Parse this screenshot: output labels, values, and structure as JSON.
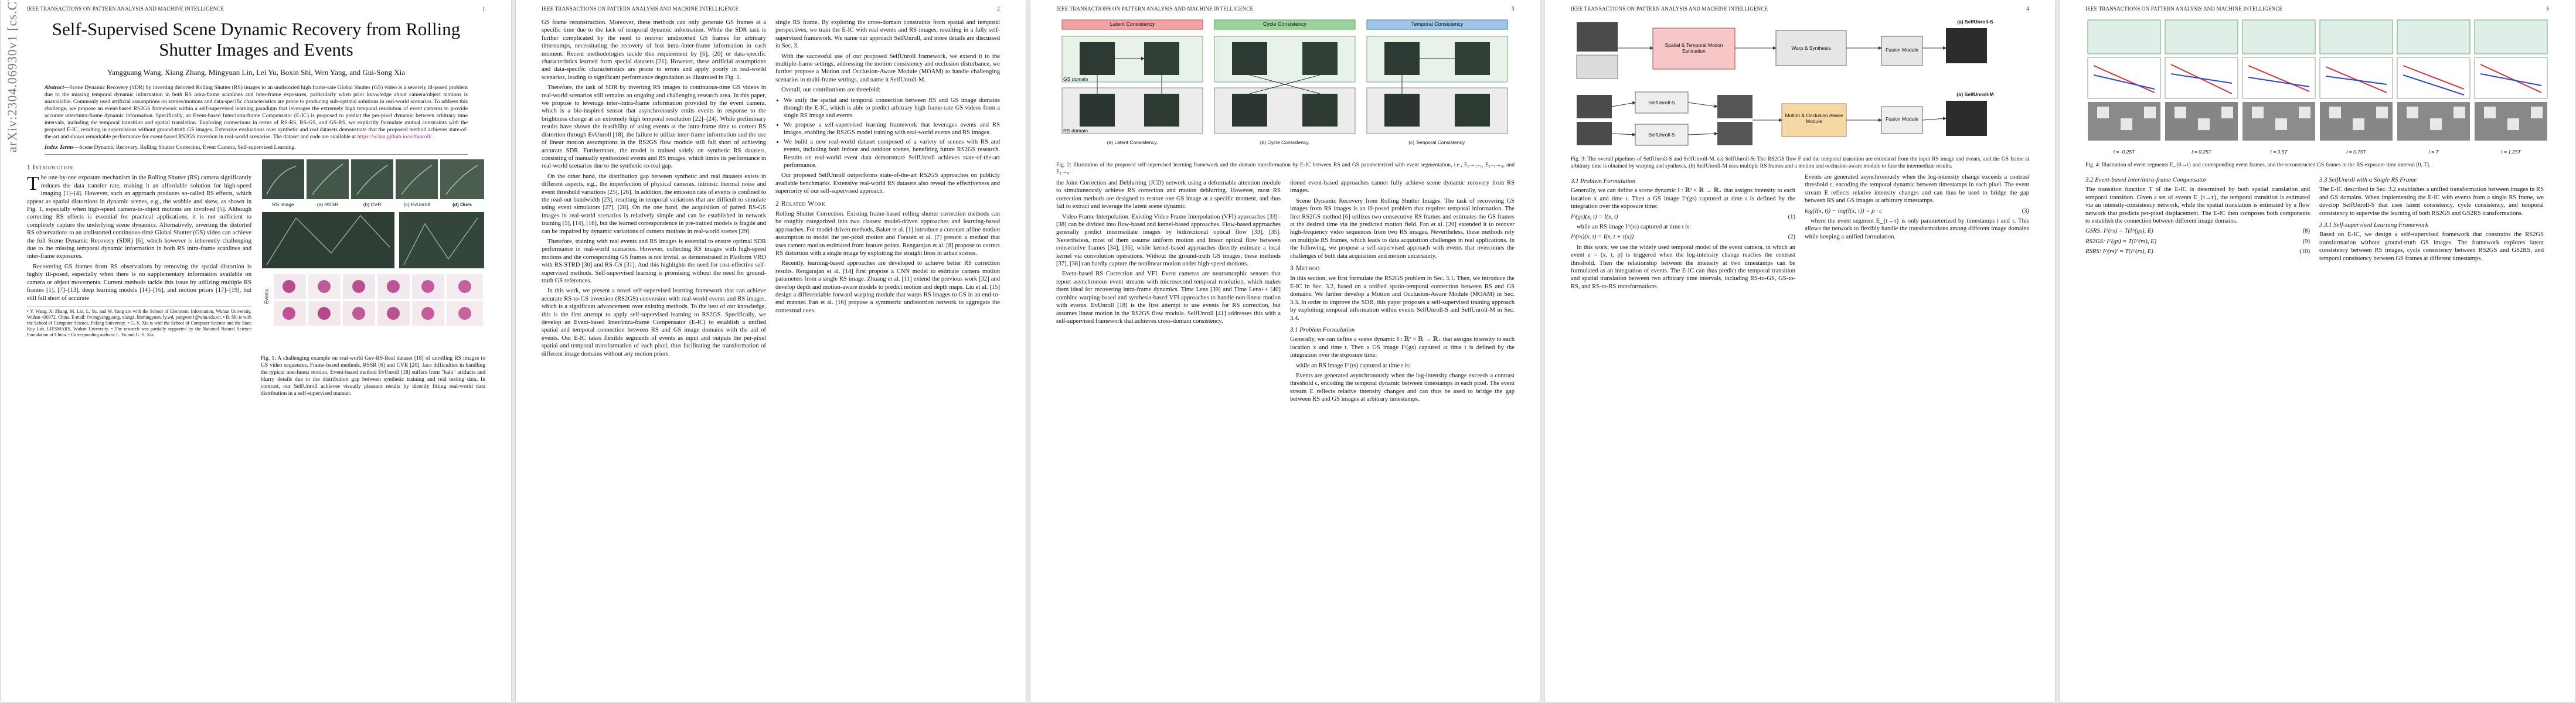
{
  "header": {
    "journal": "IEEE TRANSACTIONS ON PATTERN ANALYSIS AND MACHINE INTELLIGENCE",
    "pages": [
      "1",
      "2",
      "3",
      "4",
      "5"
    ]
  },
  "arxiv_stamp": "arXiv:2304.06930v1 [cs.CV] 19 Apr 2023",
  "title": "Self-Supervised Scene Dynamic Recovery from Rolling Shutter Images and Events",
  "authors": "Yangguang Wang, Xiang Zhang, Mingyuan Lin, Lei Yu, Boxin Shi, Wen Yang, and Gui-Song Xia",
  "abstract_label": "Abstract",
  "abstract": "—Scene Dynamic Recovery (SDR) by inverting distorted Rolling Shutter (RS) images to an undistorted high frame-rate Global Shutter (GS) video is a severely ill-posed problem due to the missing temporal dynamic information in both RS intra-frame scanlines and inter-frame exposures, particularly when prior knowledge about camera/object motions is unavailable. Commonly used artificial assumptions on scenes/motions and data-specific characteristics are prone to producing sub-optimal solutions in real-world scenarios. To address this challenge, we propose an event-based RS2GS framework within a self-supervised learning paradigm that leverages the extremely high temporal resolution of event cameras to provide accurate inter/intra-frame dynamic information. Specifically, an Event-based Inter/intra-frame Compensator (E-IC) is proposed to predict the per-pixel dynamic between arbitrary time intervals, including the temporal transition and spatial translation. Exploring connections in terms of RS-RS, RS-GS, and GS-RS, we explicitly formulate mutual constraints with the proposed E-IC, resulting in supervisions without ground-truth GS images. Extensive evaluations over synthetic and real datasets demonstrate that the proposed method achieves state-of-the-art and shows remarkable performance for event-based RS2GS inversion in real-world scenarios. The dataset and code are available at",
  "abstract_link": "https://w3un.github.io/selfunroll/.",
  "index_terms_label": "Index Terms",
  "index_terms": "—Scene Dynamic Recovery, Rolling Shutter Correction, Event Camera, Self-supervised Learning.",
  "sections": {
    "intro": "1   Introduction",
    "related": "2   Related Work",
    "method": "3   Method",
    "problem": "3.1   Problem Formulation",
    "eic": "3.2   Event-based Inter/intra-frame Compensator",
    "selfunroll": "3.3   SelfUnroll with a Single RS Frame",
    "selfsup": "3.3.1   Self-supervised Learning Framework"
  },
  "body": {
    "p1_intro": "he one-by-one exposure mechanism in the Rolling Shutter (RS) camera significantly reduces the data transfer rate, making it an affordable solution for high-speed imaging [1]–[4]. However, such an approach produces so-called RS effects, which appear as spatial distortions in dynamic scenes, e.g., the wobble and skew, as shown in Fig. 1, especially when high-speed camera-to-object motions are involved [5]. Although correcting RS effects is essential for practical applications, it is not sufficient to completely capture the underlying scene dynamics. Alternatively, inverting the distorted RS observations to an undistorted continuous-time Global Shutter (GS) video can achieve the full Scene Dynamic Recovery (SDR) [6], which however is inherently challenging due to the missing temporal dynamic information in both RS intra-frame scanlines and inter-frame exposures.",
    "p2_intro": "Recovering GS frames from RS observations by removing the spatial distortion is highly ill-posed, especially when there is no supplementary information available on camera or object movements. Current methods tackle this issue by utilizing multiple RS frames [1], [7]–[13], deep learning models [14]–[16], and motion priors [17]–[19], but still fall short of accurate",
    "p_col2_a": "GS frame reconstruction. Moreover, these methods can only generate GS frames at a specific time due to the lack of temporal dynamic information. While the SDR task is further complicated by the need to recover undistorted GS frames for arbitrary timestamps, necessitating the recovery of lost intra-/inter-frame information in each moment. Recent methodologies tackle this requirement by [6], [20] or data-specific characteristics learned from special datasets [21]. However, these artificial assumptions and data-specific characteristics are prone to errors and apply poorly in real-world scenarios, leading to significant performance degradation as illustrated in Fig. 1.",
    "p_col2_b": "Therefore, the task of SDR by inverting RS images to continuous-time GS videos in real-world scenarios still remains an ongoing and challenging research area. In this paper, we propose to leverage inter-/intra-frame information provided by the event camera, which is a bio-inspired sensor that asynchronously emits events in response to the brightness change at an extremely high temporal resolution [22]–[24]. While preliminary results have shown the feasibility of using events at the intra-frame time to correct RS distortion through EvUnroll [18], the failure to utilize inter-frame information and the use of linear motion assumptions in the RS2GS flow module still fall short of achieving accurate SDR. Furthermore, the model is trained solely on synthetic RS datasets, consisting of manually synthesized events and RS images, which limits its performance in real-world scenarios due to the synthetic-to-real gap.",
    "p_col2_c": "On the other hand, the distribution gap between synthetic and real datasets exists in different aspects, e.g., the imperfection of physical cameras, intrinsic thermal noise and event threshold variations [25], [26]. In addition, the emission rate of events is confined to the read-out bandwidth [23], resulting in temporal variations that are difficult to simulate using event simulators [27], [28]. On the one hand, the acquisition of paired RS-GS images in real-world scenarios is relatively simple and can be established in network training [5], [14], [16], but the learned correspondence in pre-trained models is fragile and can be impaired by dynamic variations of camera motions in real-world scenes [29].",
    "p_col3_a": "Therefore, training with real events and RS images is essential to ensure optimal SDR performance in real-world scenarios. However, collecting RS images with high-speed motions and the corresponding GS frames is not trivial, as demonstrated in Platform VRO with RS-STRD [30] and RS-GS [31]. And this highlights the need for cost-effective self-supervised methods. Self-supervised learning is promising without the need for ground-truth GS references.",
    "p_col3_b": "In this work, we present a novel self-supervised learning framework that can achieve accurate RS-to-GS inversion (RS2GS) conversion with real-world events and RS images, which is a significant advancement over existing methods. To the best of our knowledge, this is the first attempt to apply self-supervised learning to RS2GS. Specifically, we develop an Event-based Inter/intra-frame Compensator (E-IC) to establish a unified spatial and temporal connection between RS and GS image domains with the aid of events. Our E-IC takes flexible segments of events as input and outputs the per-pixel spatial and temporal transformation of each pixel, thus facilitating the transformation of different image domains without any motion priors.",
    "p_col4_a": "single RS frame. By exploring the cross-domain constraints from spatial and temporal perspectives, we train the E-IC with real events and RS images, resulting in a fully self-supervised framework. We name our approach SelfUnroll, and more details are discussed in Sec. 3.",
    "p_col4_b": "With the successful use of our proposed SelfUnroll framework, we extend it to the multiple-frame settings, addressing the motion consistency and occlusion disturbance, we further propose a Motion and Occlusion-Aware Module (MOAM) to handle challenging scenarios in multi-frame settings, and name it SelfUnroll-M.",
    "p_col4_c": "Overall, our contributions are threefold:",
    "bullets": [
      "We unify the spatial and temporal connection between RS and GS image domains through the E-IC, which is able to predict arbitrary high frame-rate GS videos from a single RS image and events.",
      "We propose a self-supervised learning framework that leverages events and RS images, enabling the RS2GS model training with real-world events and RS images.",
      "We build a new real-world dataset composed of a variety of scenes with RS and events, including both indoor and outdoor scenes, benefiting future RS2GS research. Results on real-world event data demonstrate SelfUnroll achieves state-of-the-art performance."
    ],
    "p_col4_d": "Our proposed SelfUnroll outperforms state-of-the-art RS2GS approaches on publicly available benchmarks. Extensive real-world RS datasets also reveal the effectiveness and superiority of our self-supervised approach.",
    "p_related_a": "Rolling Shutter Correction. Existing frame-based rolling shutter correction methods can be roughly categorized into two classes: model-driven approaches and learning-based approaches. For model-driven methods, Baker et al. [1] introduce a constant affine motion assumption to model the per-pixel motion and Forssén et al. [7] present a method that uses camera motion estimated from feature points. Rengarajan et al. [8] propose to correct RS distortion with a single image by exploiting the straight lines in urban scenes.",
    "p_related_b": "Recently, learning-based approaches are developed to achieve better RS correction results. Rengarajan et al. [14] first propose a CNN model to estimate camera motion parameters from a single RS image. Zhuang et al. [11] extend the previous work [32] and develop depth and motion-aware models to predict motion and depth maps. Liu et al. [15] design a differentiable forward warping module that warps RS images to GS in an end-to-end manner. Fan et al. [16] propose a symmetric undistortion network to aggregate the contextual cues."
  },
  "col5_body": {
    "p1": "the Joint Correction and Deblurring (JCD) network using a deformable attention module to simultaneously achieve RS correction and motion deblurring. However, most RS correction methods are designed to restore one GS image at a specific moment, and thus fail to extract and leverage the latent scene dynamic.",
    "vfi": "Video Frame Interpolation. Existing Video Frame Interpolation (VFI) approaches [33]–[38] can be divided into flow-based and kernel-based approaches. Flow-based approaches generally predict intermediate images by bidirectional optical flow [33], [35]. Nevertheless, most of them assume uniform motion and linear optical flow between consecutive frames [34], [36], while kernel-based approaches directly estimate a local kernel via convolution operations. Without the ground-truth GS images, these methods [37], [38] can hardly capture the nonlinear motion under high-speed motions.",
    "event": "Event-based RS Correction and VFI. Event cameras are neuromorphic sensors that report asynchronous event streams with microsecond temporal resolution, which makes them ideal for recovering intra-frame dynamics. Time Lens [39] and Time Lens++ [40] combine warping-based and synthesis-based VFI approaches to handle non-linear motion with events. EvUnroll [18] is the first attempt to use events for RS correction, but assumes linear motion in the RS2GS flow module. SelfUnroll [41] addresses this with a self-supervised framework that achieves cross-domain consistency."
  },
  "page3": {
    "fig2_caption": "Fig. 2: Illustration of the proposed self-supervised learning framework and the domain transformation by E-IC between RS and GS parameterized with event segmentation, i.e., E₀→₁₋₁, E₁₋₁→₀, and E₁→₀.",
    "fig2_labels": {
      "latent": "Latent Consistency",
      "cycle": "Cycle Consistency",
      "temporal": "Temporal Consistency",
      "gs_domain": "GS domain",
      "rs_domain": "RS domain",
      "sub_a": "(a) Latent Consistency.",
      "sub_b": "(b) Cycle Consistency.",
      "sub_c": "(c) Temporal Consistency."
    },
    "col_a": "tioned event-based approaches cannot fully achieve scene dynamic recovery from RS images.",
    "scene": "Scene Dynamic Recovery from Rolling Shutter Images. The task of recovering GS images from RS images is an ill-posed problem that requires temporal information. The first RS2GS method [6] utilizes two consecutive RS frames and estimates the GS frames at the desired time via the predicted motion field. Fan et al. [20] extended it to recover high-frequency video sequences from two RS images. Nevertheless, these methods rely on multiple RS frames, which leads to data acquisition challenges in real applications. In the following, we propose a self-supervised approach with events that overcomes the challenges of both data acquisition and motion uncertainty.",
    "method_p": "In this section, we first formulate the RS2GS problem in Sec. 3.1. Then, we introduce the E-IC in Sec. 3.2, based on a unified spatio-temporal connection between RS and GS domains. We further develop a Motion and Occlusion-Aware Module (MOAM) in Sec. 3.3. In order to improve the SDR, this paper proposes a self-supervised training approach by exploiting temporal information within events SelfUnroll-S and SelfUnroll-M in Sec. 3.4.",
    "problem_p": "Generally, we can define a scene dynamic I : ℝ² × ℝ → ℝ₊ that assigns intensity to each location x and time t. Then a GS image I^(gs) captured at time t is defined by the integration over the exposure time:",
    "rs_p": "while an RS image I^(rs) captured at time t is:",
    "col_c": "Events are generated asynchronously when the log-intensity change exceeds a contrast threshold c, encoding the temporal dynamic between timestamps in each pixel. The event stream E reflects relative intensity changes and can thus be used to bridge the gap between RS and GS images at arbitrary timestamps."
  },
  "page4": {
    "fig3_labels": {
      "title_a": "(a) SelfUnroll-S",
      "title_b": "(b) SelfUnroll-M",
      "stmo": "Spatial & Temporal Motion Estimation",
      "warp": "Warp & Synthesis",
      "fusion": "Fusion Module",
      "moam": "Motion & Occlusion Aware Module",
      "selfs": "SelfUnroll-S"
    },
    "fig3_caption": "Fig. 3: The overall pipelines of SelfUnroll-S and SelfUnroll-M. (a) SelfUnroll-S: The RS2GS flow F and the temporal transition are estimated from the input RS image and events, and the GS frame at arbitrary time is obtained by warping and synthesis. (b) SelfUnroll-M uses multiple RS frames and a motion and occlusion-aware module to fuse the intermediate results.",
    "col_a": "In this work, we use the widely used temporal model of the event camera, in which an event e = (x, t, p) is triggered when the log-intensity change reaches the contrast threshold. Then the relationship between the intensity at two timestamps can be formulated as an integration of events. The E-IC can thus predict the temporal transition and spatial translation between two arbitrary time intervals, including RS-to-GS, GS-to-RS, and RS-to-RS transformations.",
    "col_b": "where the event segment E_{t→τ} is only parameterized by timestamps t and τ. This allows the network to flexibly handle the transformations among different image domains while keeping a unified formulation.",
    "eq1": "I^(gs)(x, t) = I(x, t)",
    "eq2": "I^(rs)(x, t) = I(x, t + τ(x))",
    "eq3": "log(I(x, t)) − log(I(x, τ)) = p · c"
  },
  "page5": {
    "fig4_caption": "Fig. 4: Illustration of event segments E_{0→t} and corresponding event frames, and the reconstructed GS frames in the RS exposure time interval [0, T].",
    "time_labels": [
      "t = -0.25T",
      "t = 0.25T",
      "t = 0.5T",
      "t = 0.75T",
      "t = T",
      "t = 1.25T"
    ],
    "col_a": "The transition function T of the E-IC is determined by both spatial translation and temporal transition. Given a set of events E_{t→τ}, the temporal transition is estimated via an intensity-consistency network, while the spatial translation is estimated by a flow network that predicts per-pixel displacement. The E-IC then composes both components to establish the connection between different image domains.",
    "col_b": "The E-IC described in Sec. 3.2 establishes a unified transformation between images in RS and GS domains. When implementing the E-IC with events from a single RS frame, we develop SelfUnroll-S that uses latent consistency, cycle consistency, and temporal consistency to supervise the learning of both RS2GS and GS2RS transformations.",
    "col_c": "Based on E-IC, we design a self-supervised framework that constrains the RS2GS transformation without ground-truth GS images. The framework explores latent consistency between RS images, cycle consistency between RS2GS and GS2RS, and temporal consistency between GS frames at different timestamps.",
    "eq_gsrs": "GSRS: I^(rs) = T(I^(gs), E)",
    "eq_rsgs": "RS2GS: I^(gs) = T(I^(rs), E)",
    "eq_rsrs": "RSRS: I^(rs)′ = T(I^(rs), E)"
  },
  "fig1": {
    "labels": [
      "RS image",
      "(a) RSSR",
      "(b) CVR",
      "(c) EvUnroll",
      "(d) Ours"
    ],
    "caption": "Fig. 1: A challenging example on real-world Gev-RS-Real dataset [18] of unrolling RS images to GS video sequences. Frame-based methods, RSSR [6] and CVR [20], face difficulties in handling the typical non-linear motion. Event-based method EvUnroll [18] suffers from \"halo\" artifacts and blurry details due to the distribution gap between synthetic training and real testing data. In contrast, our SelfUnroll achieves visually pleasant results by directly fitting real-world data distribution in a self-supervised manner.",
    "timestamps": "Events"
  },
  "footnote": "• Y. Wang, X. Zhang, M. Lin, L. Yu, and W. Yang are with the School of Electronic Information, Wuhan University, Wuhan 430072, China. E-mail: {wangyangguang, xiangz, linmingyuan, ly.wd, yangwen}@whu.edu.cn. • B. Shi is with the School of Computer Science, Peking University. • G.-S. Xia is with the School of Computer Science and the State Key Lab. LIESMARS, Wuhan University. • The research was partially supported by the National Natural Science Foundation of China. • Corresponding authors: L. Yu and G.-S. Xia.",
  "colors": {
    "link": "#c9237c",
    "gs_domain": "#8fc79a",
    "rs_domain": "#a9a9a9",
    "latent": "#f3a3a3",
    "cycle": "#9bd39f",
    "temporal": "#9ec6e8",
    "event_red": "#d93030",
    "event_blue": "#2b47d6"
  }
}
